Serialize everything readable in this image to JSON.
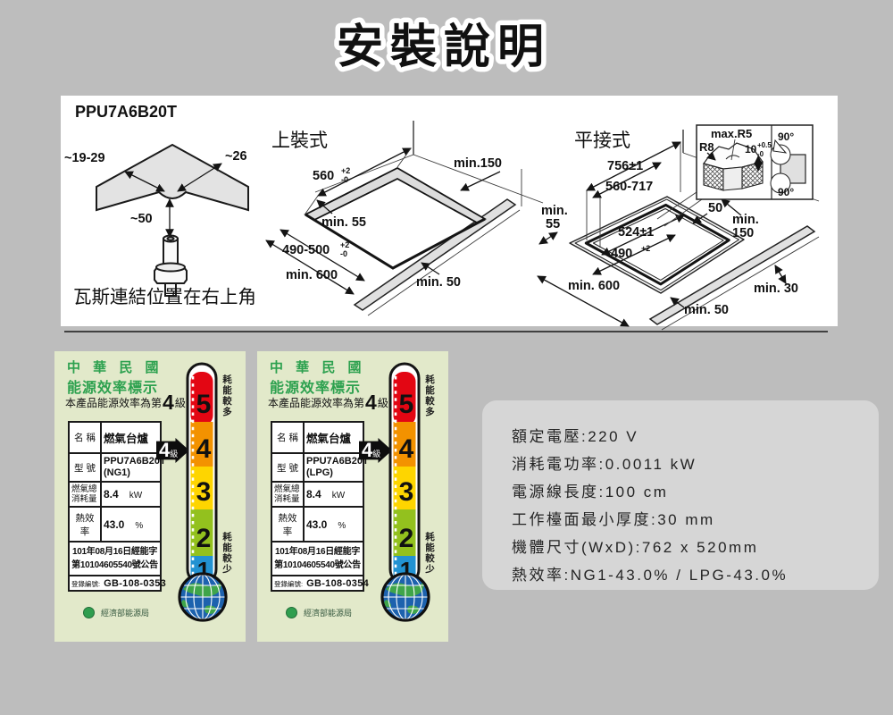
{
  "title": "安裝說明",
  "panel": {
    "model": "PPU7A6B20T",
    "corner": {
      "dim_band_left": "~19-29",
      "dim_band_right": "~26",
      "dim_height": "~50",
      "caption": "瓦斯連結位置在右上角"
    },
    "top_mount": {
      "title": "上裝式",
      "width": "560",
      "width_sup": "+2",
      "width_sub": "-0",
      "wall_right": "min.150",
      "inner_margin": "min. 55",
      "depth": "490-500",
      "depth_sup": "+2",
      "depth_sub": "-0",
      "side": "min. 600",
      "front": "min. 50"
    },
    "flush_mount": {
      "title": "平接式",
      "outer_width": "756±1",
      "width_range": "560-717",
      "left1": "min.",
      "left2": "55",
      "rim_gap": "50",
      "inner_width": "524±1",
      "inner_depth": "490",
      "inner_depth_sup": "+2",
      "wall1": "min.",
      "wall2": "150",
      "side": "min. 600",
      "front": "min. 50",
      "edge": "min. 30",
      "inset": {
        "max_r": "max.R5",
        "r8": "R8",
        "depth": "10",
        "depth_sup": "+0.5",
        "depth_sub": "-0",
        "angle_top": "90°",
        "angle_bottom": "90°"
      }
    }
  },
  "energy_label": {
    "header_line1": "中 華 民 國",
    "header_line2": "能源效率標示",
    "grade_prefix": "本產品能源效率為第",
    "grade_value": "4",
    "grade_suffix": "級",
    "arrow_value": "4",
    "arrow_suffix": "級",
    "name_key": "名 稱",
    "name_value": "燃氣台爐",
    "model_key": "型 號",
    "gas_key1": "燃氣總",
    "gas_key2": "消耗量",
    "gas_value": "8.4",
    "gas_unit": "kW",
    "eff_key": "熱效率",
    "eff_value": "43.0",
    "eff_unit": "%",
    "announce_line1": "101年08月16日經能字",
    "announce_line2": "第10104605540號公告",
    "reg_key": "登錄編號:",
    "agency": "經濟部能源局",
    "scale": {
      "s5": "5",
      "s4": "4",
      "s3": "3",
      "s2": "2",
      "s1": "1"
    },
    "more_text": "耗能較多",
    "less_text": "耗能較少",
    "colors": {
      "label_bg": "#e2e9ca",
      "header_green": "#2da14f",
      "level5_red": "#e30613",
      "level4_orange": "#f39200",
      "level3_yellow": "#fed500",
      "level2_green": "#93c11e",
      "level1_blue": "#2292d2",
      "globe_blue": "#1d62ae",
      "globe_land": "#3fa54a"
    }
  },
  "labels": [
    {
      "model_line1": "PPU7A6B20T",
      "model_line2": "(NG1)",
      "reg_value": "GB-108-0353"
    },
    {
      "model_line1": "PPU7A6B20T",
      "model_line2": "(LPG)",
      "reg_value": "GB-108-0354"
    }
  ],
  "specs": {
    "lines": [
      "額定電壓:220 V",
      "消耗電功率:0.0011 kW",
      "電源線長度:100 cm",
      "工作檯面最小厚度:30 mm",
      "機體尺寸(WxD):762 x 520mm",
      "熱效率:NG1-43.0% / LPG-43.0%"
    ]
  }
}
